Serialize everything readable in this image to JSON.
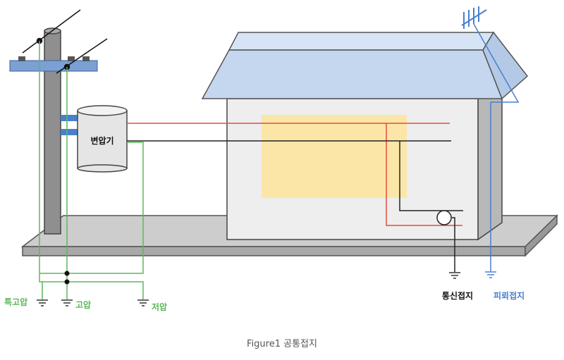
{
  "diagram": {
    "transformer_label": "변압기",
    "ground_labels": {
      "special_high_voltage": "특고압",
      "high_voltage": "고압",
      "low_voltage": "저압",
      "communication": "통신접지",
      "lightning": "피뢰접지"
    },
    "caption": "Figure1 공통접지"
  },
  "colors": {
    "ground_wire": "#5cb85c",
    "power_wire_red": "#e74c3c",
    "power_wire_black": "#222222",
    "lightning_wire": "#4a7fd0",
    "roof": "#c5d7ee",
    "house_wall": "#eeeeee",
    "indoor_area": "#fbe6a8",
    "platform": "#c8c8c8",
    "pole": "#8f8f8f",
    "crossarm": "#7aa0d4",
    "transformer": "#e5e5e5"
  }
}
